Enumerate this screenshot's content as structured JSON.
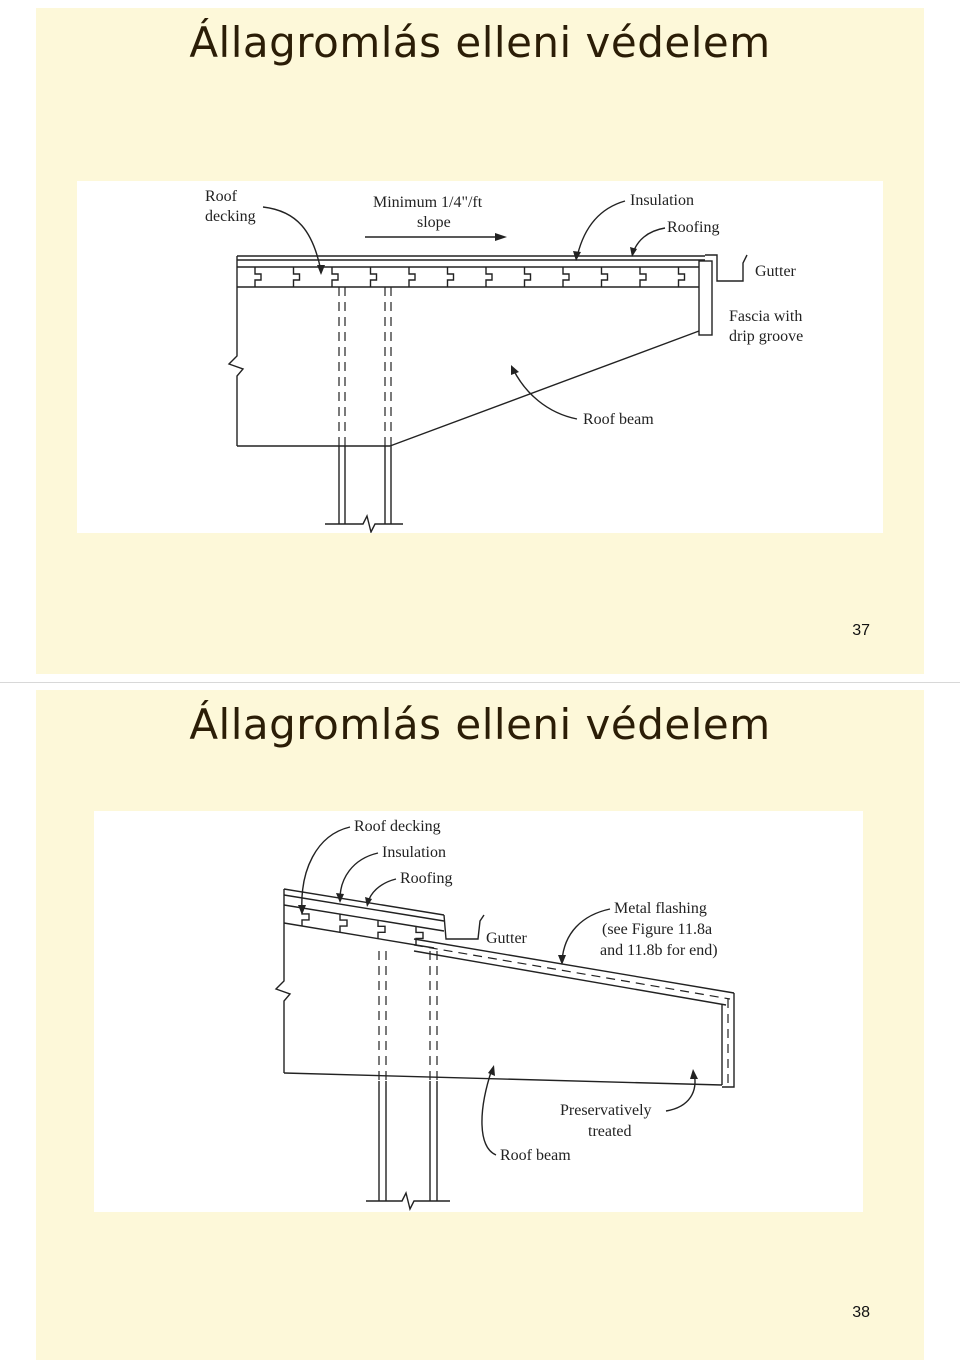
{
  "slides": [
    {
      "title": "Állagromlás elleni védelem",
      "page_number": "37",
      "labels": {
        "roof_decking_1": "Roof",
        "roof_decking_2": "decking",
        "slope_1": "Minimum 1/4\"/ft",
        "slope_2": "slope",
        "insulation": "Insulation",
        "roofing": "Roofing",
        "gutter": "Gutter",
        "fascia_1": "Fascia with",
        "fascia_2": "drip groove",
        "roof_beam": "Roof beam"
      }
    },
    {
      "title": "Állagromlás elleni védelem",
      "page_number": "38",
      "labels": {
        "roof_decking": "Roof decking",
        "insulation": "Insulation",
        "roofing": "Roofing",
        "gutter": "Gutter",
        "flashing_1": "Metal flashing",
        "flashing_2": "(see Figure 11.8a",
        "flashing_3": "and 11.8b for end)",
        "treated_1": "Preservatively",
        "treated_2": "treated",
        "roof_beam": "Roof beam"
      }
    }
  ]
}
